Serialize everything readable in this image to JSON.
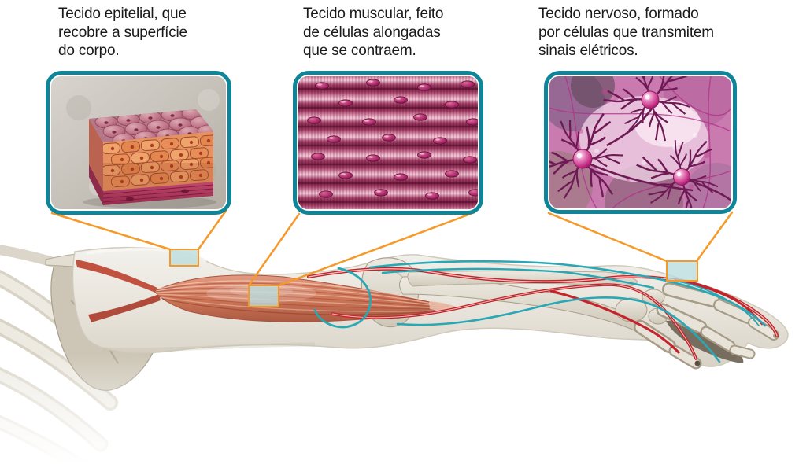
{
  "figure": {
    "type": "anatomy-education-diagram",
    "callouts": [
      {
        "id": "epithelial",
        "label_lines": [
          "Tecido epitelial, que",
          "recobre a superfície",
          "do corpo."
        ],
        "illustration": "epithelial-tissue-block-illustration"
      },
      {
        "id": "muscular",
        "label_lines": [
          "Tecido muscular, feito",
          "de células alongadas",
          "que se contraem."
        ],
        "illustration": "striated-muscle-fibers-illustration"
      },
      {
        "id": "nervous",
        "label_lines": [
          "Tecido nervoso, formado",
          "por células que transmitem",
          "sinais elétricos."
        ],
        "illustration": "neurons-network-illustration"
      }
    ],
    "main_illustration": "arm-skeleton-muscle-vessels-nerves",
    "colors": {
      "callout_border": "#0E8598",
      "leader_line": "#F59A28",
      "marker_fill": "#BADDDE",
      "artery_red": "#C5232B",
      "nerve_teal": "#2AA7B4",
      "muscle_salmon": "#D08269",
      "bone_beige": "#DAD4C8",
      "text": "#1A1A1A"
    }
  }
}
